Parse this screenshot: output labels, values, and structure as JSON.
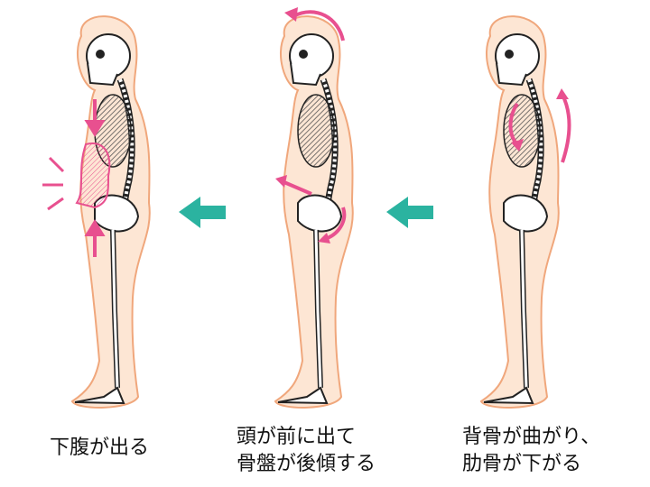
{
  "captions": {
    "left": [
      "下腹が出る"
    ],
    "middle": [
      "頭が前に出て",
      "骨盤が後傾する"
    ],
    "right": [
      "背骨が曲がり、",
      "肋骨が下がる"
    ]
  },
  "colors": {
    "arrow_teal": "#2bb3a0",
    "arrow_pink": "#e8508f",
    "skin_fill": "#fde6d4",
    "skin_stroke": "#f0a77c"
  }
}
